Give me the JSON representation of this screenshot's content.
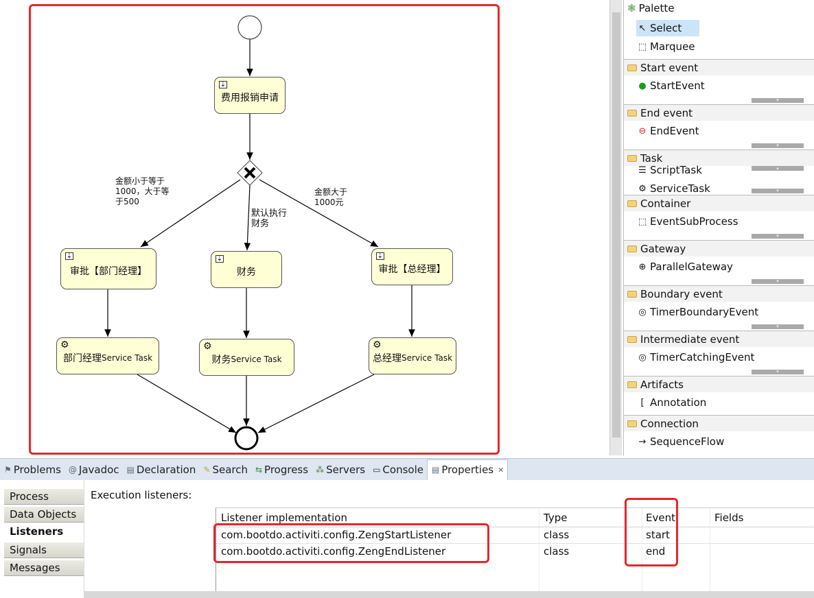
{
  "diagram": {
    "start_task": "费用报销申请",
    "gateway_labels": {
      "left": "金额小于等于\n1000，大于等\n于500",
      "middle": "默认执行\n财务",
      "right": "金额大于\n1000元"
    },
    "user_tasks": [
      "审批【部门经理】",
      "财务",
      "审批【总经理】"
    ],
    "service_tasks": [
      {
        "cn": "部门经理",
        "en": "Service Task"
      },
      {
        "cn": "财务",
        "en": "Service Task"
      },
      {
        "cn": "总经理",
        "en": "Service Task"
      }
    ]
  },
  "palette": {
    "title": "Palette",
    "tools": [
      "Select",
      "Marquee"
    ],
    "groups": [
      {
        "label": "Start event",
        "items": [
          "StartEvent"
        ]
      },
      {
        "label": "End event",
        "items": [
          "EndEvent"
        ]
      },
      {
        "label": "Task",
        "items": [
          "ScriptTask",
          "ServiceTask"
        ]
      },
      {
        "label": "Container",
        "items": [
          "EventSubProcess"
        ]
      },
      {
        "label": "Gateway",
        "items": [
          "ParallelGateway"
        ]
      },
      {
        "label": "Boundary event",
        "items": [
          "TimerBoundaryEvent"
        ]
      },
      {
        "label": "Intermediate event",
        "items": [
          "TimerCatchingEvent"
        ]
      },
      {
        "label": "Artifacts",
        "items": [
          "Annotation"
        ]
      },
      {
        "label": "Connection",
        "items": [
          "SequenceFlow"
        ]
      }
    ]
  },
  "tabs": [
    "Problems",
    "Javadoc",
    "Declaration",
    "Search",
    "Progress",
    "Servers",
    "Console",
    "Properties"
  ],
  "properties": {
    "sections": [
      "Process",
      "Data Objects",
      "Listeners",
      "Signals",
      "Messages"
    ],
    "selected_section": "Listeners",
    "heading": "Execution listeners:",
    "columns": [
      "Listener implementation",
      "Type",
      "Event",
      "Fields"
    ],
    "rows": [
      [
        "com.bootdo.activiti.config.ZengStartListener",
        "class",
        "start",
        ""
      ],
      [
        "com.bootdo.activiti.config.ZengEndListener",
        "class",
        "end",
        ""
      ]
    ]
  },
  "colors": {
    "highlight": "#e8262b",
    "task_fill": "#ffffd6",
    "selected_tool": "#cce4f7"
  }
}
